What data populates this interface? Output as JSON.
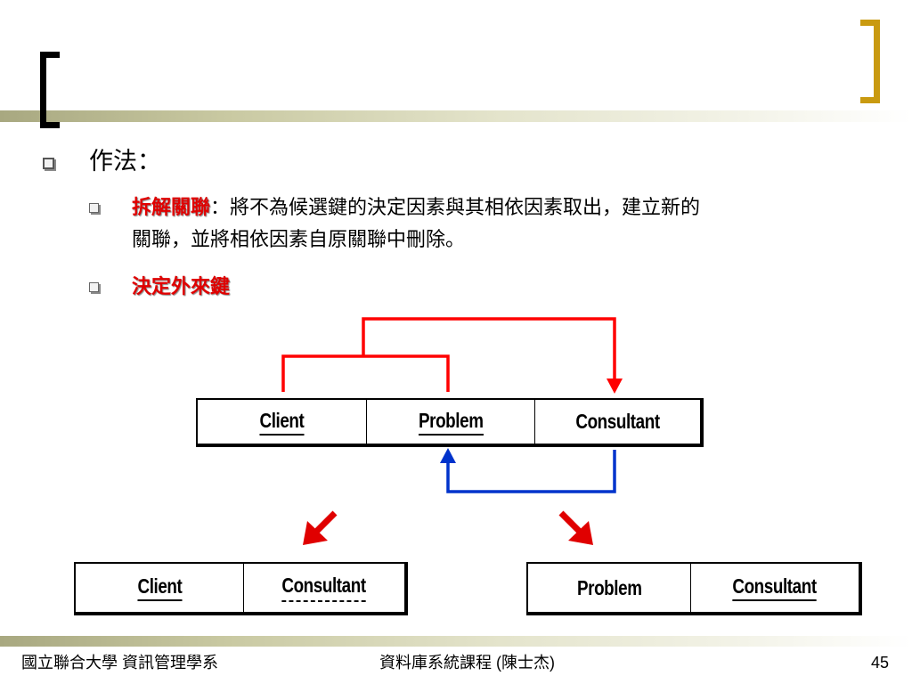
{
  "colors": {
    "accent_gold": "#c99a10",
    "highlight_red": "#e00000",
    "fd_red": "#ff0000",
    "fd_blue": "#0033cc"
  },
  "content": {
    "heading": "作法：",
    "items": [
      {
        "term": "拆解關聯",
        "text_line1": "：將不為候選鍵的決定因素與其相依因素取出，建立新的",
        "text_line2": "關聯，並將相依因素自原關聯中刪除。"
      },
      {
        "term": "決定外來鍵"
      }
    ]
  },
  "relations": {
    "original": {
      "columns": [
        "Client",
        "Problem",
        "Consultant"
      ]
    },
    "left": {
      "columns": [
        "Client",
        "Consultant"
      ]
    },
    "right": {
      "columns": [
        "Problem",
        "Consultant"
      ]
    }
  },
  "footer": {
    "left": "國立聯合大學 資訊管理學系",
    "center": "資料庫系統課程 (陳士杰)",
    "page_number": "45"
  }
}
